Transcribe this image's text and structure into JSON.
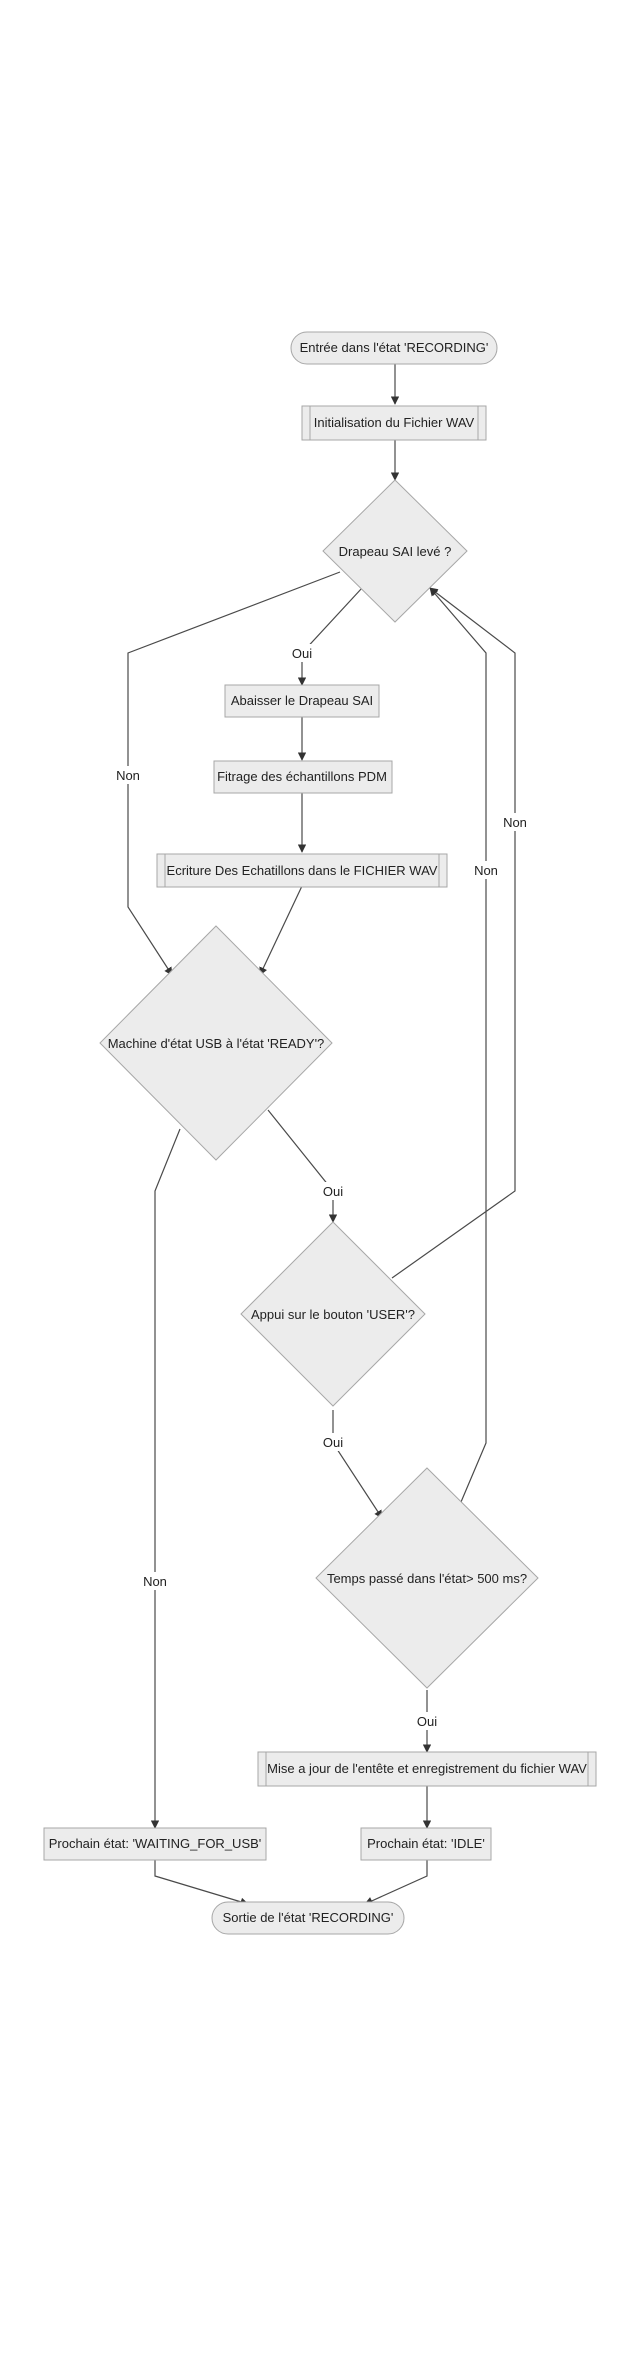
{
  "nodes": {
    "start": "Entrée dans l'état 'RECORDING'",
    "init_wav": "Initialisation du Fichier WAV",
    "sai_flag": "Drapeau SAI levé ?",
    "lower_flag": "Abaisser le Drapeau SAI",
    "filter_pdm": "Fitrage des échantillons PDM",
    "write_samples": "Ecriture Des Echatillons dans le FICHIER WAV",
    "usb_ready": "Machine d'état USB à l'état 'READY'?",
    "user_button": "Appui sur le bouton 'USER'?",
    "time_check": "Temps passé dans l'état> 500 ms?",
    "update_header": "Mise a jour de l'entête et enregistrement du fichier WAV",
    "next_waiting": "Prochain état: 'WAITING_FOR_USB'",
    "next_idle": "Prochain état: 'IDLE'",
    "exit": "Sortie de l'état 'RECORDING'"
  },
  "edges": {
    "sai_yes": "Oui",
    "sai_no": "Non",
    "usb_yes": "Oui",
    "usb_no": "Non",
    "user_yes": "Oui",
    "user_no": "Non",
    "time_no": "Non",
    "time_yes": "Oui"
  }
}
